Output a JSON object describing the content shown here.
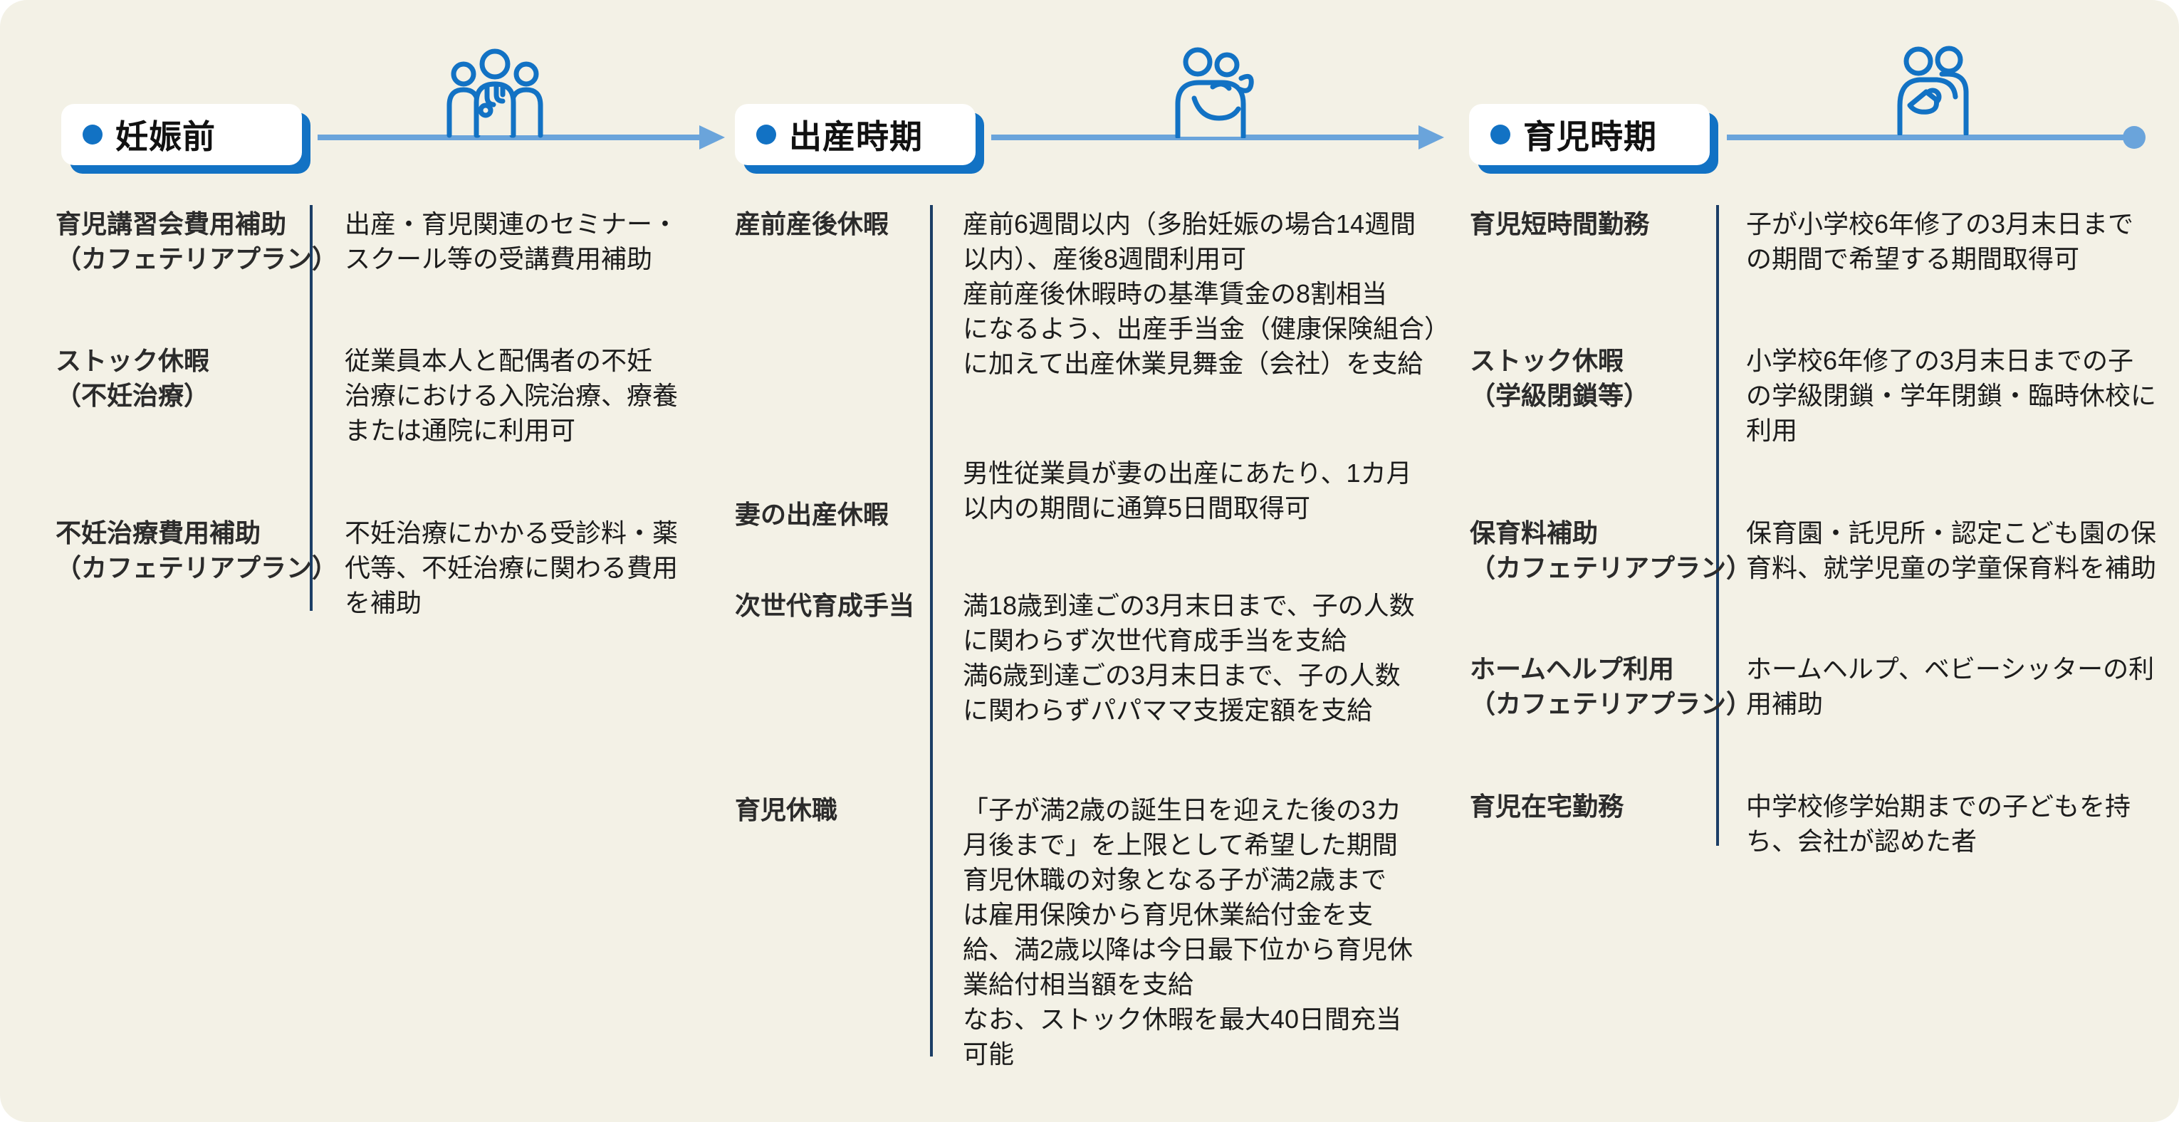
{
  "colors": {
    "background": "#f3f1e6",
    "primary_blue": "#1272c4",
    "arrow_blue": "#6aa4db",
    "divider_navy": "#1b3e66",
    "box_white": "#ffffff",
    "text_dark": "#1f1f1f"
  },
  "phases": [
    {
      "label": "妊娠前",
      "icon": "medical-team-icon",
      "arrow_end": "arrowhead",
      "rows": [
        {
          "term": "育児講習会費用補助\n（カフェテリアプラン）",
          "desc": "出産・育児関連のセミナー・\nスクール等の受講費用補助"
        },
        {
          "term": "ストック休暇\n（不妊治療）",
          "desc": "従業員本人と配偶者の不妊\n治療における入院治療、療養\nまたは通院に利用可"
        },
        {
          "term": "不妊治療費用補助\n（カフェテリアプラン）",
          "desc": "不妊治療にかかる受診料・薬\n代等、不妊治療に関わる費用\nを補助"
        }
      ]
    },
    {
      "label": "出産時期",
      "icon": "mother-holding-baby-icon",
      "arrow_end": "arrowhead",
      "rows": [
        {
          "term": "産前産後休暇",
          "desc": "産前6週間以内（多胎妊娠の場合14週間\n以内）、産後8週間利用可\n産前産後休暇時の基準賃金の8割相当\nになるよう、出産手当金（健康保険組合）\nに加えて出産休業見舞金（会社）を支給"
        },
        {
          "term": "妻の出産休暇",
          "desc": "男性従業員が妻の出産にあたり、1カ月\n以内の期間に通算5日間取得可"
        },
        {
          "term": "次世代育成手当",
          "desc": "満18歳到達ごの3月末日まで、子の人数\nに関わらず次世代育成手当を支給\n満6歳到達ごの3月末日まで、子の人数\nに関わらずパパママ支援定額を支給"
        },
        {
          "term": "育児休職",
          "desc": "「子が満2歳の誕生日を迎えた後の3カ\n月後まで」を上限として希望した期間\n育児休職の対象となる子が満2歳まで\nは雇用保険から育児休業給付金を支\n給、満2歳以降は今日最下位から育児休\n業給付相当額を支給\nなお、ストック休暇を最大40日間充当\n可能"
        }
      ]
    },
    {
      "label": "育児時期",
      "icon": "parents-with-newborn-icon",
      "arrow_end": "dot",
      "rows": [
        {
          "term": "育児短時間勤務",
          "desc": "子が小学校6年修了の3月末日まで\nの期間で希望する期間取得可"
        },
        {
          "term": "ストック休暇\n（学級閉鎖等）",
          "desc": "小学校6年修了の3月末日までの子\nの学級閉鎖・学年閉鎖・臨時休校に\n利用"
        },
        {
          "term": "保育料補助\n（カフェテリアプラン）",
          "desc": "保育園・託児所・認定こども園の保\n育料、就学児童の学童保育料を補助"
        },
        {
          "term": "ホームヘルプ利用\n（カフェテリアプラン）",
          "desc": "ホームヘルプ、ベビーシッターの利\n用補助"
        },
        {
          "term": "育児在宅勤務",
          "desc": "中学校修学始期までの子どもを持\nち、会社が認めた者"
        }
      ]
    }
  ]
}
